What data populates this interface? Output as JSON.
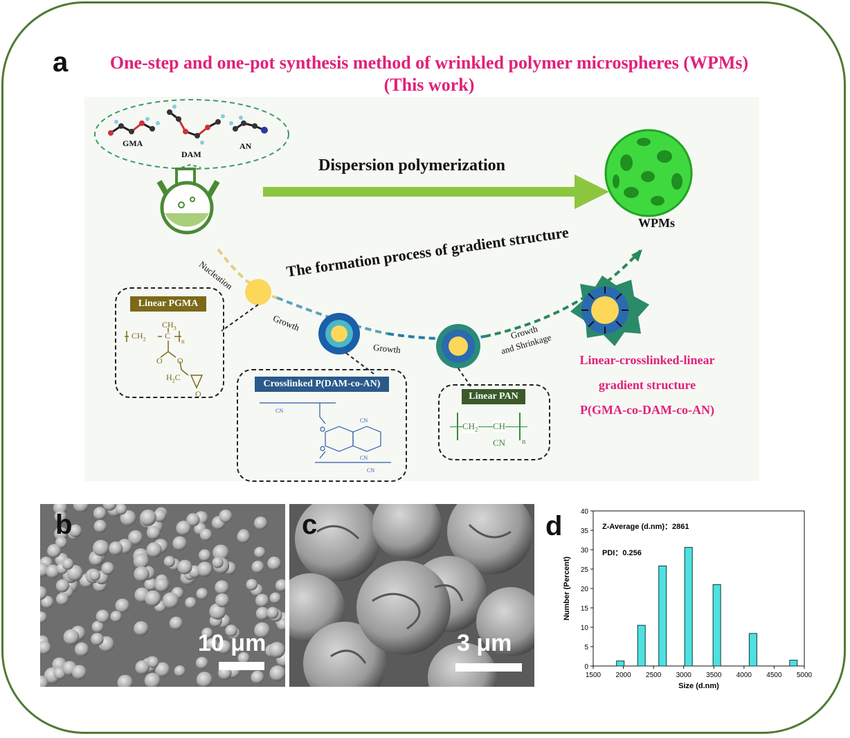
{
  "panel_a": {
    "letter": "a",
    "title_line1": "One-step and one-pot synthesis method of wrinkled polymer microspheres (WPMs)",
    "title_line2": "(This work)",
    "monomers": [
      "GMA",
      "DAM",
      "AN"
    ],
    "arrow_label": "Dispersion polymerization",
    "product_label": "WPMs",
    "curve_title": "The formation process of gradient structure",
    "stages": {
      "nucleation": "Nucleation",
      "growth1": "Growth",
      "growth2": "Growth",
      "growth_shrinkage_1": "Growth",
      "growth_shrinkage_2": "and Shrinkage"
    },
    "boxes": {
      "pgma": {
        "tag": "Linear PGMA",
        "ch3": "CH",
        "ch3_sub": "3",
        "ch2": "CH",
        "ch2_sub": "2",
        "c": "C",
        "n": "n",
        "o1": "O",
        "o2": "O",
        "h2c": "H",
        "h2c_sub": "2",
        "h2c_c": "C",
        "o3": "O"
      },
      "crosslinked": {
        "tag": "Crosslinked  P(DAM-co-AN)",
        "cn": "CN"
      },
      "pan": {
        "tag": "Linear PAN",
        "ch2": "CH",
        "ch2_sub": "2",
        "ch": "CH",
        "cn": "CN",
        "n": "n"
      }
    },
    "gradient_text": [
      "Linear-crosslinked-linear",
      "gradient structure",
      "P(GMA-co-DAM-co-AN)"
    ],
    "colors": {
      "title": "#e0217a",
      "arrow": "#8cc63f",
      "sphere": "#3fd93f",
      "flask": "#4a8a34"
    }
  },
  "panel_b": {
    "letter": "b",
    "scale": "10 μm"
  },
  "panel_c": {
    "letter": "c",
    "scale": "3 μm"
  },
  "panel_d": {
    "letter": "d",
    "annotation1": "Z-Average (d.nm)：2861",
    "annotation2": "PDI：0.256",
    "chart_data": {
      "type": "bar",
      "x": [
        1950,
        2300,
        2650,
        3080,
        3550,
        4150,
        4820
      ],
      "values": [
        1.3,
        10.5,
        25.8,
        30.6,
        21.0,
        8.4,
        1.5
      ],
      "xlabel": "Size (d.nm)",
      "ylabel": "Number (Percent)",
      "xlim": [
        1500,
        5000
      ],
      "ylim": [
        0,
        40
      ],
      "xticks": [
        "1500",
        "2000",
        "2500",
        "3000",
        "3500",
        "4000",
        "4500",
        "5000"
      ],
      "yticks": [
        "0",
        "5",
        "10",
        "15",
        "20",
        "25",
        "30",
        "35",
        "40"
      ],
      "bar_color": "#4fe0e0"
    }
  }
}
